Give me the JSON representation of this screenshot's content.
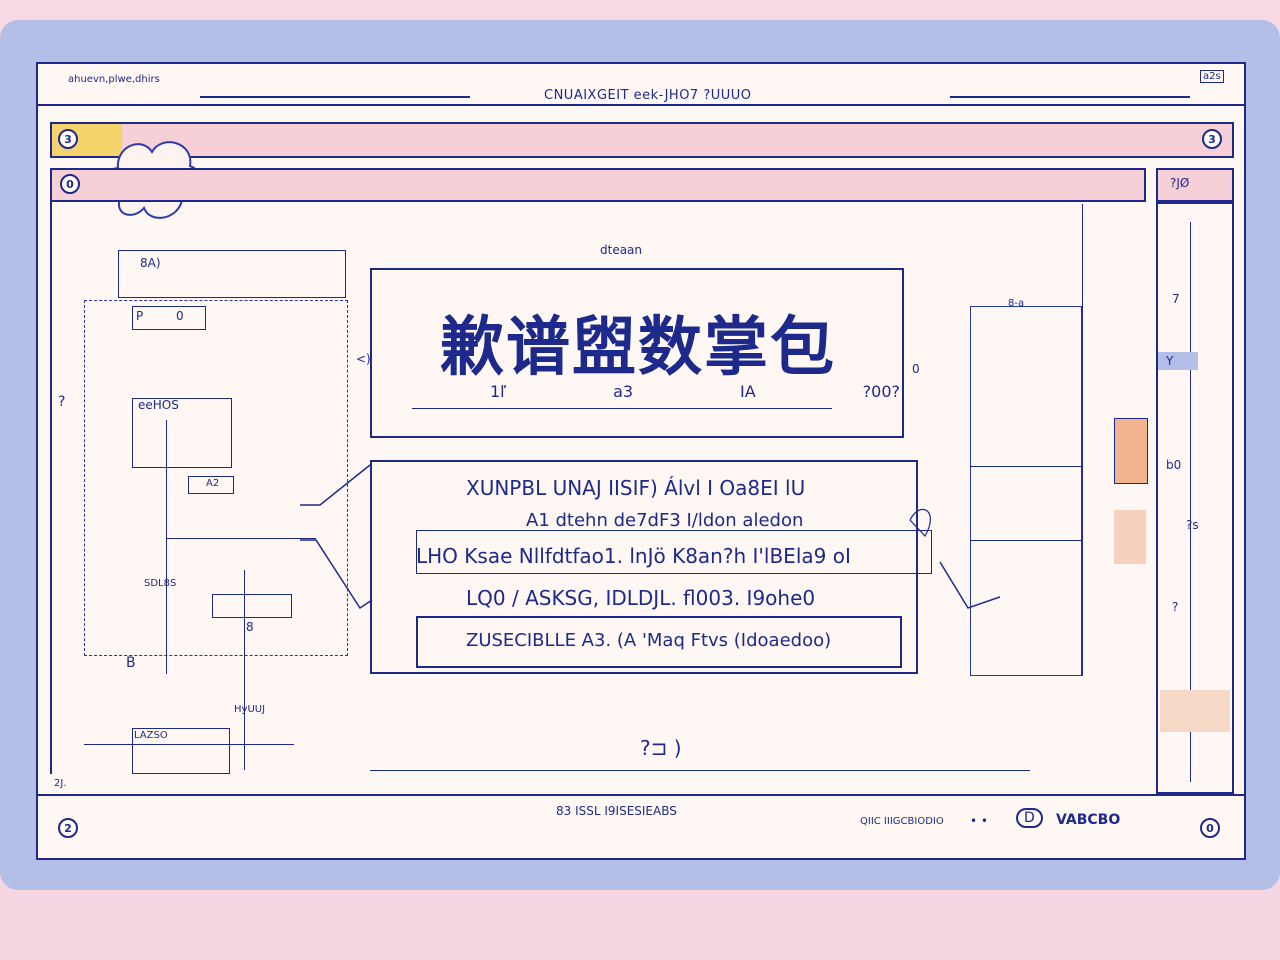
{
  "colors": {
    "ink": "#1d2a8c",
    "paper": "#fff7f3",
    "pink": "#f7cfd7",
    "blue_frame": "#b4bfe8",
    "yellow_accent": "#f4d36a",
    "orange_accent": "#f2b48e"
  },
  "window": {
    "left_caption": "ahuevn,plwe,dhirs",
    "title": "CNUAIXGEIT eek-JHO7 ?UUUO",
    "right_badge": "a2s",
    "toolbar_left_icon": "3",
    "toolbar_right_icon": "3"
  },
  "second_bar": {
    "left_icon": "0",
    "right_text": "?JØ"
  },
  "canvas": {
    "header_small": "dteaan",
    "main_title": "歉谱盥数掌包",
    "subvalues": [
      "1ľ",
      "a3",
      "IA",
      "?00?"
    ],
    "body_lines": [
      "XUNPBL UNAJ IISIF) Álvl I Oa8EI lU",
      "A1 dtehn de7dF3 I/ldon aledon",
      "LHO Ksae Nllfdtfao1. lnJö K8an?h I'lBEla9 oI",
      "LQ0 / ASKSG, IDLDJL. fl003. I9ohe0"
    ],
    "framed_line": "ZUSECIBLLE A3. (A 'Maq Ftvs (Idoaedoo)",
    "bottom_glyph": "?⊐ )",
    "left_labels": {
      "top": "8A)",
      "box1": "P",
      "box2": "0",
      "ref": "eeHOS",
      "mid": "A2",
      "side": "?",
      "sdl": "SDL8S",
      "eight": "8",
      "b": "B",
      "hyut": "HyUUJ",
      "lazo": "LAZSO",
      "arrow_left": "<)"
    },
    "right_labels": {
      "dash_top": "8-a",
      "dot": "0"
    }
  },
  "side_panel": {
    "markers": [
      "7",
      "Y",
      "b0",
      "?s",
      "?"
    ]
  },
  "status_bar": {
    "left_icon": "2",
    "center_text": "83 ISSL I9ISESIEABS",
    "right_text": "QIIC IIIGCBIODIO",
    "right_dots": "•  •",
    "right_d": "D",
    "right_label": "VABCBO",
    "right_icon": "0"
  },
  "page_corner": "2J."
}
